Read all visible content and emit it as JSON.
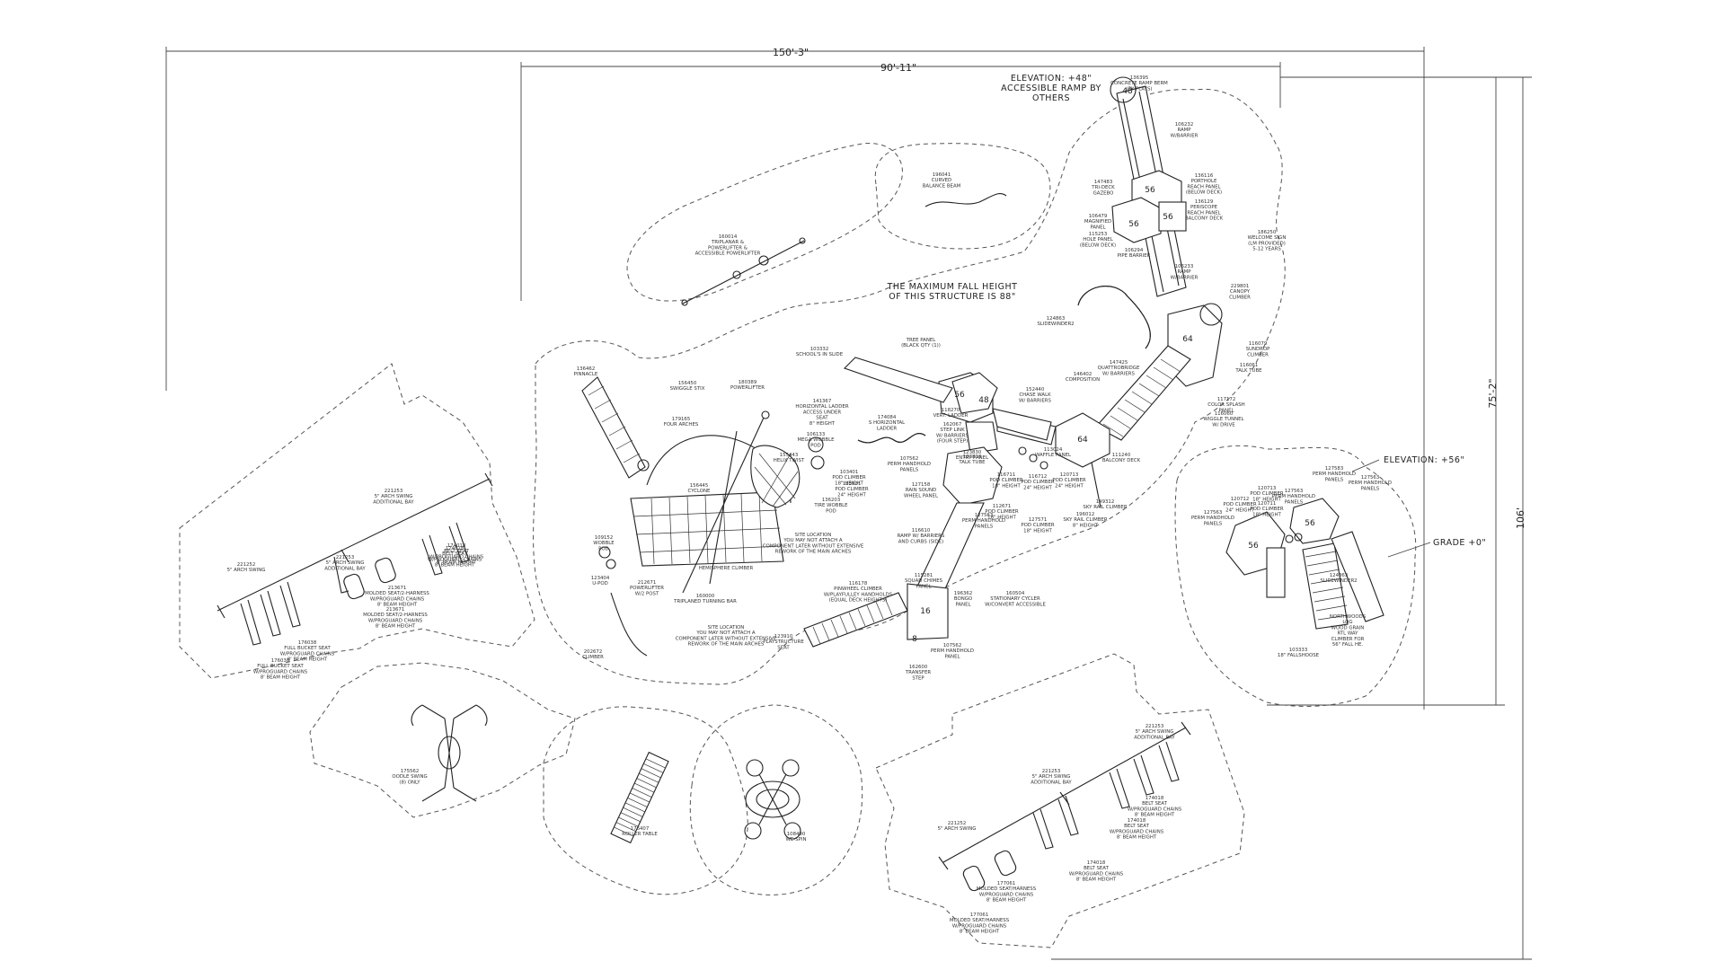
{
  "dimensions": {
    "overall_width": "150'-3\"",
    "inner_width": "90'-11\"",
    "right_height": "75'-2\"",
    "outer_height": "106'"
  },
  "notes": {
    "elevation_top": [
      "ELEVATION: +48\"",
      "ACCESSIBLE RAMP BY",
      "OTHERS"
    ],
    "fall_height": [
      "THE MAXIMUM FALL HEIGHT",
      "OF THIS STRUCTURE IS 88\""
    ],
    "elevation_right": "ELEVATION: +56\"",
    "grade": "GRADE +0\""
  },
  "decks": [
    "48",
    "56",
    "56",
    "56",
    "56",
    "48",
    "64",
    "64",
    "56",
    "56",
    "16",
    "8"
  ],
  "labels": {
    "l01": [
      "136395",
      "CONCRETE RAMP BERM",
      "(BY PLAYS)"
    ],
    "l02": [
      "106232",
      "RAMP",
      "W/BARRIER"
    ],
    "l03": [
      "147483",
      "TRI-DECK",
      "GAZEBO"
    ],
    "l04": [
      "136116",
      "PORTHOLE",
      "REACH PANEL",
      "(BELOW DECK)"
    ],
    "l05": [
      "106479",
      "MAGNIFIED",
      "PANEL"
    ],
    "l06": [
      "115253",
      "HOLE PANEL",
      "(BELOW DECK)"
    ],
    "l07": [
      "136129",
      "PERISCOPE",
      "REACH PANEL",
      "BALCONY DECK"
    ],
    "l08": [
      "106294",
      "PIPE BARRIER"
    ],
    "l09": [
      "106233",
      "RAMP",
      "W/BARRIER"
    ],
    "l10": [
      "186250",
      "WELCOME SIGN",
      "(LM PROVIDED)",
      "5-12 YEARS"
    ],
    "l11": [
      "229801",
      "CANOPY",
      "CLIMBER"
    ],
    "l12": [
      "124863",
      "SLIDEWINDER2"
    ],
    "l13": [
      "147425",
      "QUATTROBRIDGE",
      "W/ BARRIERS"
    ],
    "l14": [
      "116079",
      "SUNDROP",
      "CLIMBER"
    ],
    "l15": [
      "116061",
      "TALK TUBE"
    ],
    "l16": [
      "117172",
      "COLOR SPLASH",
      "PANEL"
    ],
    "l17": [
      "116060",
      "WIGGLE TUNNEL",
      "W/ DRIVE"
    ],
    "l18": [
      "111240",
      "BALCONY DECK"
    ],
    "l19": [
      "113024",
      "WAFFLE PANEL"
    ],
    "l20": [
      "149312",
      "SKY RAIL CLIMBER"
    ],
    "l21": [
      "160014",
      "TRIPLANAR &",
      "POWERLIFTER &",
      "ACCESSIBLE POWERLIFTER"
    ],
    "l22": [
      "196041",
      "CURVED",
      "BALANCE BEAM"
    ],
    "l23": [
      "103332",
      "SCHOOL'S IN SLIDE"
    ],
    "l24": [
      "TREE PANEL",
      "(BLACK QTY (1))"
    ],
    "l25": [
      "152440",
      "CHASE WALK",
      "W/ BARRIERS"
    ],
    "l26": [
      "146402",
      "COMPOSITION"
    ],
    "l27": [
      "136462",
      "PINNACLE"
    ],
    "l28": [
      "156450",
      "SWIGGLE STIX"
    ],
    "l29": [
      "179165",
      "FOUR ARCHES"
    ],
    "l30": [
      "180389",
      "POWERLIFTER"
    ],
    "l31": [
      "141367",
      "HORIZONTAL LADDER",
      "ACCESS UNDER",
      "SEAT",
      "8\" HEIGHT"
    ],
    "l32": [
      "174084",
      "S HORIZONTAL",
      "LADDER"
    ],
    "l33": [
      "118270",
      "VERT. LADDER"
    ],
    "l34": [
      "162067",
      "STEP LINK",
      "W/ BARRIERS",
      "(FOUR STEP)"
    ],
    "l35": [
      "103810",
      "TALK TUBE"
    ],
    "l36": [
      "123830",
      "ENTRY PANEL"
    ],
    "l37": [
      "116711",
      "POD CLIMBER",
      "18\" HEIGHT"
    ],
    "l38": [
      "116712",
      "POD CLIMBER",
      "24\" HEIGHT"
    ],
    "l39": [
      "120713",
      "POD CLIMBER",
      "24\" HEIGHT"
    ],
    "l40": [
      "107562",
      "PERM HANDHOLD",
      "PANELS"
    ],
    "l41": [
      "106133",
      "MEGA WOBBLE",
      "POD"
    ],
    "l42": [
      "155443",
      "HELIX TWIST"
    ],
    "l43": [
      "103401",
      "POD CLIMBER",
      "18\" HEIGHT"
    ],
    "l44": [
      "123931",
      "POD CLIMBER",
      "24\" HEIGHT"
    ],
    "l45": [
      "112671",
      "POD CLIMBER",
      "18\" HEIGHT"
    ],
    "l46": [
      "127158",
      "RAIN SOUND",
      "WHEEL PANEL"
    ],
    "l47": [
      "136203",
      "TIRE WOBBLE",
      "POD"
    ],
    "l48": [
      "156445",
      "CYCLONE"
    ],
    "l49": [
      "SITE LOCATION",
      "YOU MAY NOT ATTACH A",
      "COMPONENT LATER WITHOUT EXTENSIVE",
      "REWORK OF THE MAIN ARCHES"
    ],
    "l50": [
      "116610",
      "RAMP W/ BARRIERS",
      "AND CURBS (SIDE)"
    ],
    "l51": [
      "127563",
      "PERM HANDHOLD",
      "PANELS"
    ],
    "l52": [
      "127571",
      "POD CLIMBER",
      "18\" HEIGHT"
    ],
    "l53": [
      "196012",
      "SKY RAIL CLIMBER",
      "8\" HEIGHT"
    ],
    "l54": [
      "109152",
      "WOBBLE",
      "POD"
    ],
    "l55": [
      "123404",
      "U-POD"
    ],
    "l56": [
      "212671",
      "POWERLIFTER",
      "W/2 POST"
    ],
    "l57": [
      "160000",
      "TRIPLANED TURNING BAR"
    ],
    "l58": [
      "HEMISPHERE CLIMBER"
    ],
    "l59": [
      "SITE LOCATION",
      "YOU MAY NOT ATTACH A",
      "COMPONENT LATER WITHOUT EXTENSIVE",
      "REWORK OF THE MAIN ARCHES"
    ],
    "l60": [
      "116178",
      "PINWHEEL CLIMBER",
      "W/PLAYFULLEY HANDHOLDS",
      "(EQUAL DECK HEIGHTS)"
    ],
    "l61": [
      "115281",
      "SQUAD CHIMES",
      "PANEL"
    ],
    "l62": [
      "196362",
      "BONGO",
      "PANEL"
    ],
    "l63": [
      "160504",
      "STATIONARY CYCLER",
      "W/CONVERT ACCESSIBLE"
    ],
    "l64": [
      "123910",
      "PLAYSTRUCTURE",
      "SEAT"
    ],
    "l65": [
      "107562",
      "PERM HANDHOLD",
      "PANEL"
    ],
    "l66": [
      "162600",
      "TRANSFER",
      "STEP"
    ],
    "l67": [
      "202672",
      "CLIMBER"
    ],
    "l68": [
      "221253",
      "5\" ARCH SWING",
      "ADDITIONAL BAY"
    ],
    "l69": [
      "221252",
      "5\" ARCH SWING"
    ],
    "l70": [
      "221253",
      "5\" ARCH SWING",
      "ADDITIONAL BAY"
    ],
    "l71": [
      "174018",
      "BELT SEAT",
      "W/PROGUARD CHAINS",
      "8' BEAM HEIGHT"
    ],
    "l72": [
      "174018",
      "BELT SEAT",
      "W/PROGUARD CHAINS",
      "8' BEAM HEIGHT"
    ],
    "l73": [
      "213671",
      "MOLDED SEAT/2-HARNESS",
      "W/PROGUARD CHAINS",
      "8' BEAM HEIGHT"
    ],
    "l74": [
      "213671",
      "MOLDED SEAT/2-HARNESS",
      "W/PROGUARD CHAINS",
      "8' BEAM HEIGHT"
    ],
    "l75": [
      "176038",
      "FULL BUCKET SEAT",
      "W/PROGUARD CHAINS",
      "8' BEAM HEIGHT"
    ],
    "l76": [
      "176038",
      "FULL BUCKET SEAT",
      "W/PROGUARD CHAINS",
      "8' BEAM HEIGHT"
    ],
    "l77": [
      "175562",
      "OODLE SWING",
      "(8) ONLY"
    ],
    "l78": [
      "176407",
      "ROLLER TABLE"
    ],
    "l79": [
      "108490",
      "WE-SPIN"
    ],
    "l80": [
      "221253",
      "5\" ARCH SWING",
      "ADDITIONAL BAY"
    ],
    "l81": [
      "221253",
      "5\" ARCH SWING",
      "ADDITIONAL BAY"
    ],
    "l82": [
      "221252",
      "5\" ARCH SWING"
    ],
    "l83": [
      "174018",
      "BELT SEAT",
      "W/PROGUARD CHAINS",
      "8' BEAM HEIGHT"
    ],
    "l84": [
      "174018",
      "BELT SEAT",
      "W/PROGUARD CHAINS",
      "8' BEAM HEIGHT"
    ],
    "l85": [
      "174018",
      "BELT SEAT",
      "W/PROGUARD CHAINS",
      "8' BEAM HEIGHT"
    ],
    "l86": [
      "177061",
      "MOLDED SEAT/HARNESS",
      "W/PROGUARD CHAINS",
      "8' BEAM HEIGHT"
    ],
    "l87": [
      "177061",
      "MOLDED SEAT/HARNESS",
      "W/PROGUARD CHAINS",
      "8' BEAM HEIGHT"
    ],
    "l88": [
      "127583",
      "PERM HANDHOLD",
      "PANELS"
    ],
    "l89": [
      "127563",
      "PERM HANDHOLD",
      "PANELS"
    ],
    "l90": [
      "127563",
      "PERM HANDHOLD",
      "PANELS"
    ],
    "l91": [
      "120713",
      "POD CLIMBER",
      "18\" HEIGHT"
    ],
    "l92": [
      "120712",
      "POD CLIMBER",
      "24\" HEIGHT"
    ],
    "l93": [
      "120711",
      "POD CLIMBER",
      "18\" HEIGHT"
    ],
    "l94": [
      "127563",
      "PERM HANDHOLD",
      "PANELS"
    ],
    "l95": [
      "124863",
      "SLIDEWINDER2"
    ],
    "l96": [
      "NORTHWOODS",
      "LOG",
      "WOOD GRAIN",
      "RTL WAY",
      "CLIMBER FOR",
      "56\" FALL HE."
    ],
    "l97": [
      "103333",
      "18\" FALLSHOOSE"
    ]
  }
}
